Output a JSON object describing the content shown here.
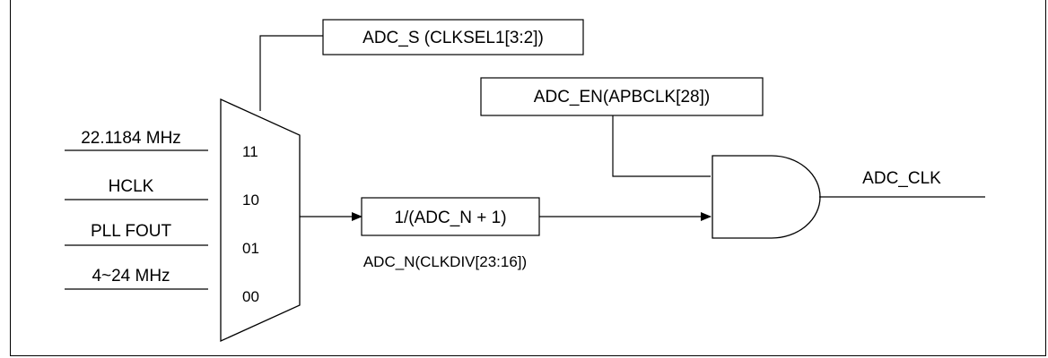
{
  "clock_inputs": [
    "22.1184 MHz",
    "HCLK",
    "PLL FOUT",
    "4~24 MHz"
  ],
  "mux": {
    "select_values": [
      "11",
      "10",
      "01",
      "00"
    ],
    "select_register": "ADC_S (CLKSEL1[3:2])"
  },
  "divider": {
    "formula": "1/(ADC_N + 1)",
    "register": "ADC_N(CLKDIV[23:16])"
  },
  "enable": {
    "register": "ADC_EN(APBCLK[28])"
  },
  "output": {
    "label": "ADC_CLK"
  }
}
